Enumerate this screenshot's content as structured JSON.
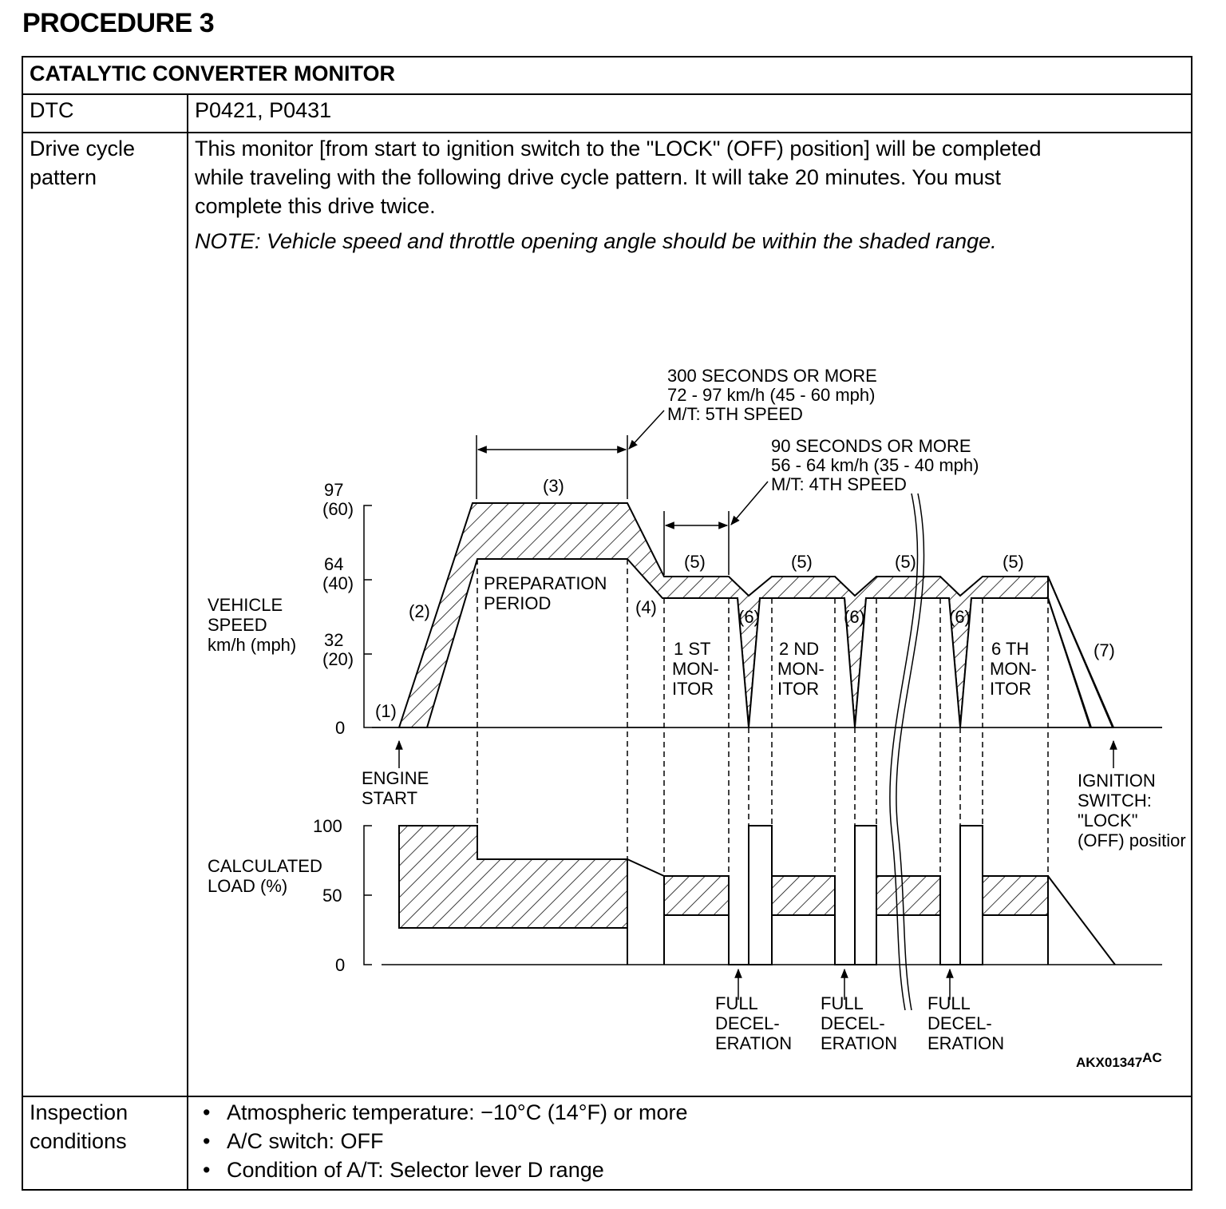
{
  "procedure_title": "PROCEDURE 3",
  "table": {
    "title": "CATALYTIC CONVERTER MONITOR",
    "dtc_label": "DTC",
    "dtc_value": "P0421, P0431",
    "drive_label_1": "Drive cycle",
    "drive_label_2": "pattern",
    "drive_text_1": "This monitor [from start to ignition switch to the \"LOCK\"  (OFF) position] will be completed",
    "drive_text_2": "while traveling with the following drive cycle pattern. It will take 20 minutes. You must",
    "drive_text_3": "complete this drive twice.",
    "note": "NOTE: Vehicle speed and throttle opening angle should be within the shaded range.",
    "insp_label_1": "Inspection",
    "insp_label_2": "conditions",
    "conditions": [
      "Atmospheric temperature: −10°C (14°F) or more",
      "A/C switch: OFF",
      "Condition of A/T: Selector lever D range"
    ]
  },
  "diagram": {
    "annot_300": [
      "300 SECONDS OR MORE",
      "72 - 97 km/h (45 - 60 mph)",
      "M/T: 5TH SPEED"
    ],
    "annot_90": [
      "90 SECONDS OR MORE",
      "56 - 64 km/h (35 - 40 mph)",
      "M/T: 4TH SPEED"
    ],
    "speed_axis_label": [
      "VEHICLE",
      "SPEED",
      "km/h (mph)"
    ],
    "speed_ticks": [
      "97",
      "(60)",
      "64",
      "(40)",
      "32",
      "(20)",
      "0"
    ],
    "load_axis_label": [
      "CALCULATED",
      "LOAD (%)"
    ],
    "load_ticks": [
      "100",
      "50",
      "0"
    ],
    "step_labels": [
      "(1)",
      "(2)",
      "(3)",
      "(4)",
      "(5)",
      "(6)",
      "(7)"
    ],
    "preparation": [
      "PREPARATION",
      "PERIOD"
    ],
    "monitor_1": [
      "1 ST",
      "MON-",
      "ITOR"
    ],
    "monitor_2": [
      "2 ND",
      "MON-",
      "ITOR"
    ],
    "monitor_6": [
      "6 TH",
      "MON-",
      "ITOR"
    ],
    "engine_start": [
      "ENGINE",
      "START"
    ],
    "ignition_switch": [
      "IGNITION",
      "SWITCH:",
      "\"LOCK\"",
      "(OFF) positior"
    ],
    "full_decel": [
      "FULL",
      "DECEL-",
      "ERATION"
    ],
    "figure_code": "AKX01347",
    "figure_code_suffix": "AC"
  }
}
